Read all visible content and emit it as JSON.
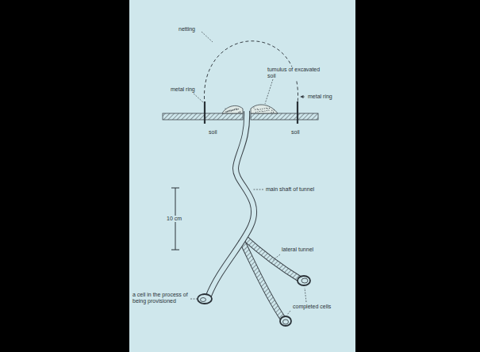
{
  "diagram": {
    "labels": [
      "netting",
      "metal ring",
      "tumulus of excavated soil",
      "metal ring",
      "soil",
      "soil",
      "main shaft of tunnel",
      "10 cm",
      "lateral tunnel",
      "a cell in the process of being provisioned",
      "completed cells"
    ]
  }
}
